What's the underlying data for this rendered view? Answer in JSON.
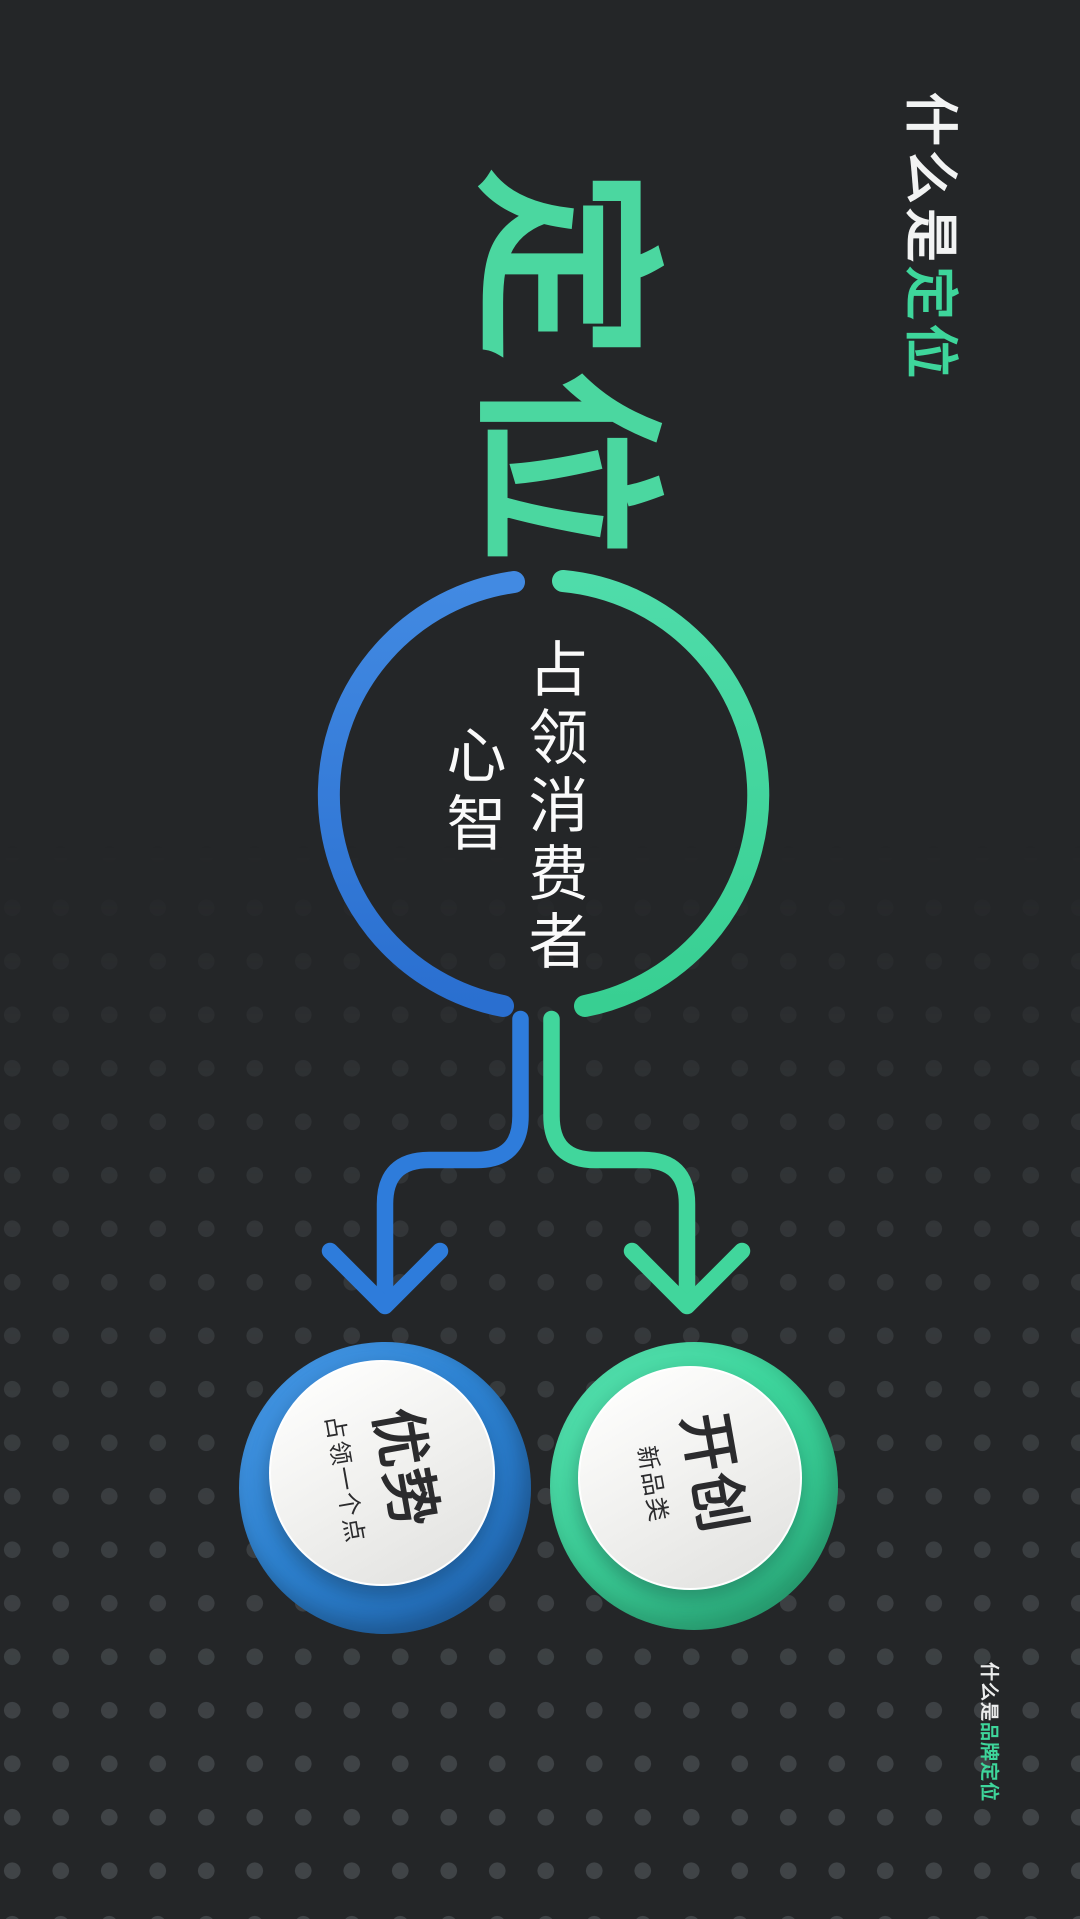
{
  "poster": {
    "background": "#242628",
    "dot_color": "#404447"
  },
  "header": {
    "prefix": "什么是",
    "highlight": "定位"
  },
  "title": {
    "text": "定位",
    "color": "#4bd7a0"
  },
  "center_circle": {
    "text_main": "占领消费者",
    "text_secondary": "心智",
    "blue_arc_color": "#2e7cdb",
    "green_arc_color": "#41d69c"
  },
  "badges": {
    "left": {
      "title": "优势",
      "subtitle": "占领一个点",
      "ring_color": "#2f86d6"
    },
    "right": {
      "title": "开创",
      "subtitle": "新品类",
      "ring_color": "#3ed69d"
    }
  },
  "footer": {
    "prefix": "什么是",
    "highlight": "品牌定位"
  }
}
